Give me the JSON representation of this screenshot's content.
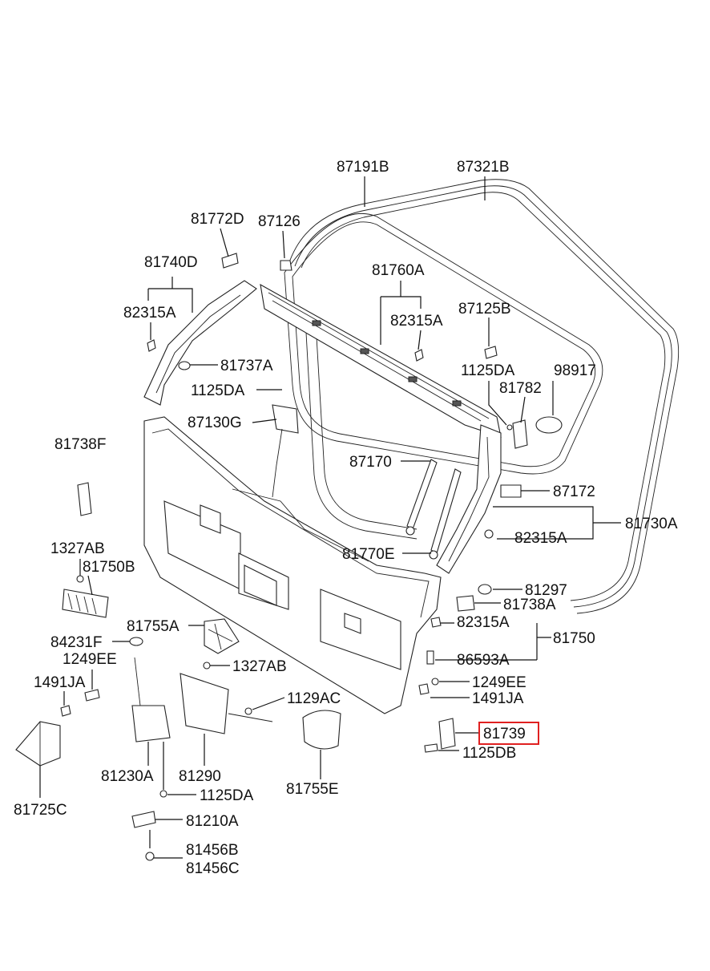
{
  "highlight_color": "#e02020",
  "labels": {
    "l87191B": "87191B",
    "l87321B": "87321B",
    "l81772D": "81772D",
    "l87126": "87126",
    "l81740D": "81740D",
    "l82315A_1": "82315A",
    "l81760A": "81760A",
    "l82315A_2": "82315A",
    "l87125B": "87125B",
    "l81737A": "81737A",
    "l1125DA_1": "1125DA",
    "l1125DA_2": "1125DA",
    "l98917": "98917",
    "l81782": "81782",
    "l87130G": "87130G",
    "l81738F": "81738F",
    "l87170": "87170",
    "l87172": "87172",
    "l81730A": "81730A",
    "l82315A_3": "82315A",
    "l1327AB_1": "1327AB",
    "l81750B": "81750B",
    "l81770E": "81770E",
    "l81297": "81297",
    "l81738A": "81738A",
    "l81755A": "81755A",
    "l82315A_4": "82315A",
    "l81750": "81750",
    "l84231F": "84231F",
    "l1249EE_1": "1249EE",
    "l1327AB_2": "1327AB",
    "l86593A": "86593A",
    "l1249EE_2": "1249EE",
    "l1491JA_1": "1491JA",
    "l1491JA_2": "1491JA",
    "l1129AC": "1129AC",
    "l81739": "81739",
    "l1125DB": "1125DB",
    "l81230A": "81230A",
    "l81290": "81290",
    "l81755E": "81755E",
    "l1125DA_3": "1125DA",
    "l81725C": "81725C",
    "l81210A": "81210A",
    "l81456B": "81456B",
    "l81456C": "81456C"
  }
}
